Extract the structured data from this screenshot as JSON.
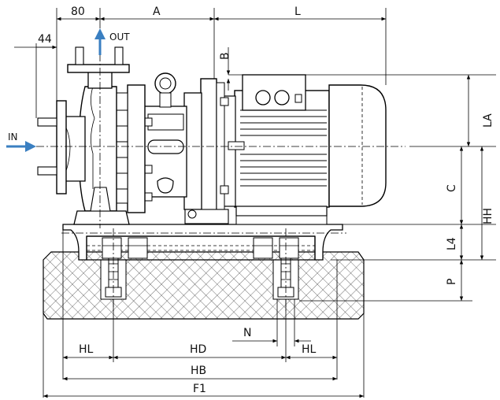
{
  "dimensions": {
    "top_80": "80",
    "top_A": "A",
    "top_L": "L",
    "top_44": "44",
    "B": "B",
    "LA": "LA",
    "C": "C",
    "HH": "HH",
    "L4": "L4",
    "P": "P",
    "N": "N",
    "HL_left": "HL",
    "HD": "HD",
    "HL_right": "HL",
    "HB": "HB",
    "F1": "F1"
  },
  "flow": {
    "in_label": "IN",
    "out_label": "OUT",
    "arrow_color": "#3a7fc1"
  }
}
